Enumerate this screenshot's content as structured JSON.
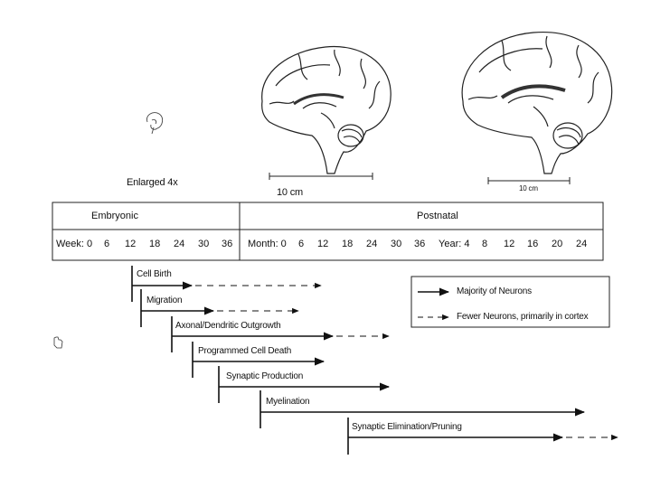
{
  "brains": {
    "embryo_caption": "Enlarged 4x",
    "scale_left": "10 cm",
    "scale_right": "10 cm"
  },
  "timeline": {
    "embryonic_label": "Embryonic",
    "postnatal_label": "Postnatal",
    "week_ticks": [
      "Week: 0",
      "6",
      "12",
      "18",
      "24",
      "30",
      "36"
    ],
    "month_ticks": [
      "Month: 0",
      "6",
      "12",
      "18",
      "24",
      "30",
      "36"
    ],
    "year_ticks": [
      "Year: 4",
      "8",
      "12",
      "16",
      "20",
      "24"
    ]
  },
  "processes": [
    {
      "label": "Cell Birth"
    },
    {
      "label": "Migration"
    },
    {
      "label": "Axonal/Dendritic Outgrowth"
    },
    {
      "label": "Programmed Cell Death"
    },
    {
      "label": "Synaptic Production"
    },
    {
      "label": "Myelination"
    },
    {
      "label": "Synaptic Elimination/Pruning"
    }
  ],
  "legend": {
    "solid_label": "Majority of Neurons",
    "dashed_label": "Fewer Neurons, primarily in cortex"
  }
}
